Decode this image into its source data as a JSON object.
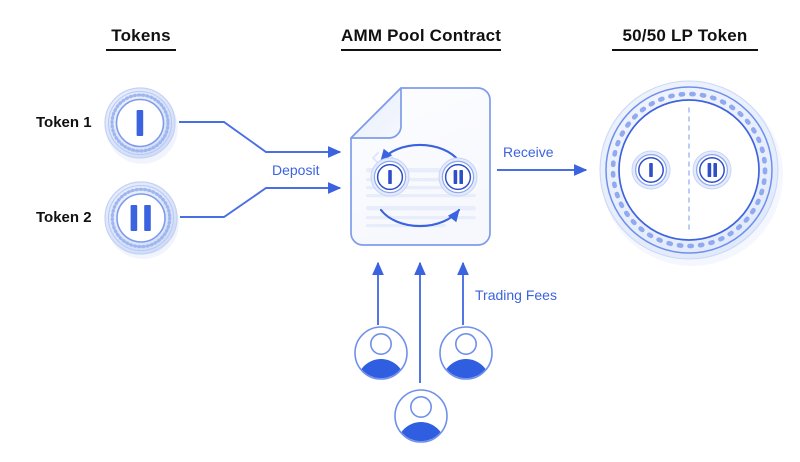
{
  "diagram": {
    "title": "AMM Pool Contract flow diagram",
    "colors": {
      "accent_blue": "#3b63e0",
      "line_blue": "#4a6fe3",
      "pale_blue": "#dfe6fb",
      "ring_blue": "#aabcf4",
      "text_black": "#111111",
      "doc_fill": "#fbfcfe",
      "white": "#ffffff"
    },
    "headings": [
      {
        "id": "tokens",
        "label": "Tokens"
      },
      {
        "id": "amm-pool-contract",
        "label": "AMM Pool Contract"
      },
      {
        "id": "lp-token",
        "label": "50/50 LP Token"
      }
    ],
    "tokens": [
      {
        "label": "Token 1",
        "numeral": "I"
      },
      {
        "label": "Token 2",
        "numeral": "II"
      }
    ],
    "pool": {
      "icon": "document-icon",
      "inner_tokens": [
        {
          "numeral": "I"
        },
        {
          "numeral": "II"
        }
      ],
      "swap_icon": "swap-arrows-icon"
    },
    "lp_token": {
      "inner_tokens": [
        {
          "numeral": "I"
        },
        {
          "numeral": "II"
        }
      ],
      "split": "50/50"
    },
    "flows": [
      {
        "id": "deposit",
        "label": "Deposit"
      },
      {
        "id": "receive",
        "label": "Receive"
      },
      {
        "id": "trading-fees",
        "label": "Trading Fees"
      }
    ],
    "traders": {
      "count": 3,
      "icon": "user-avatar-icon"
    }
  }
}
